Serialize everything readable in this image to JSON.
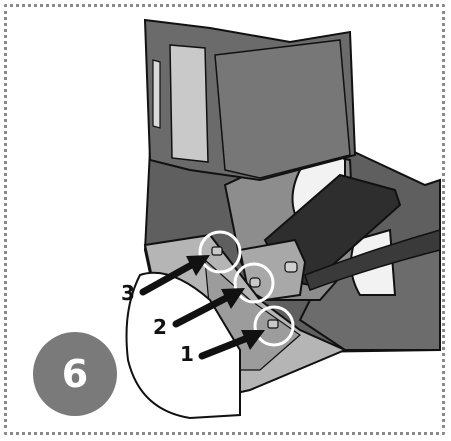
{
  "step": {
    "number": "6"
  },
  "callouts": [
    {
      "label": "1"
    },
    {
      "label": "2"
    },
    {
      "label": "3"
    }
  ],
  "colors": {
    "brace_dark": "#5f5f5f",
    "brace_mid": "#8d8d8d",
    "brace_light": "#b5b5b5",
    "strap_black": "#2e2e2e",
    "highlight_circle": "#ffffff",
    "badge": "#7a7a7a",
    "frame_border": "#8a8a8a"
  }
}
